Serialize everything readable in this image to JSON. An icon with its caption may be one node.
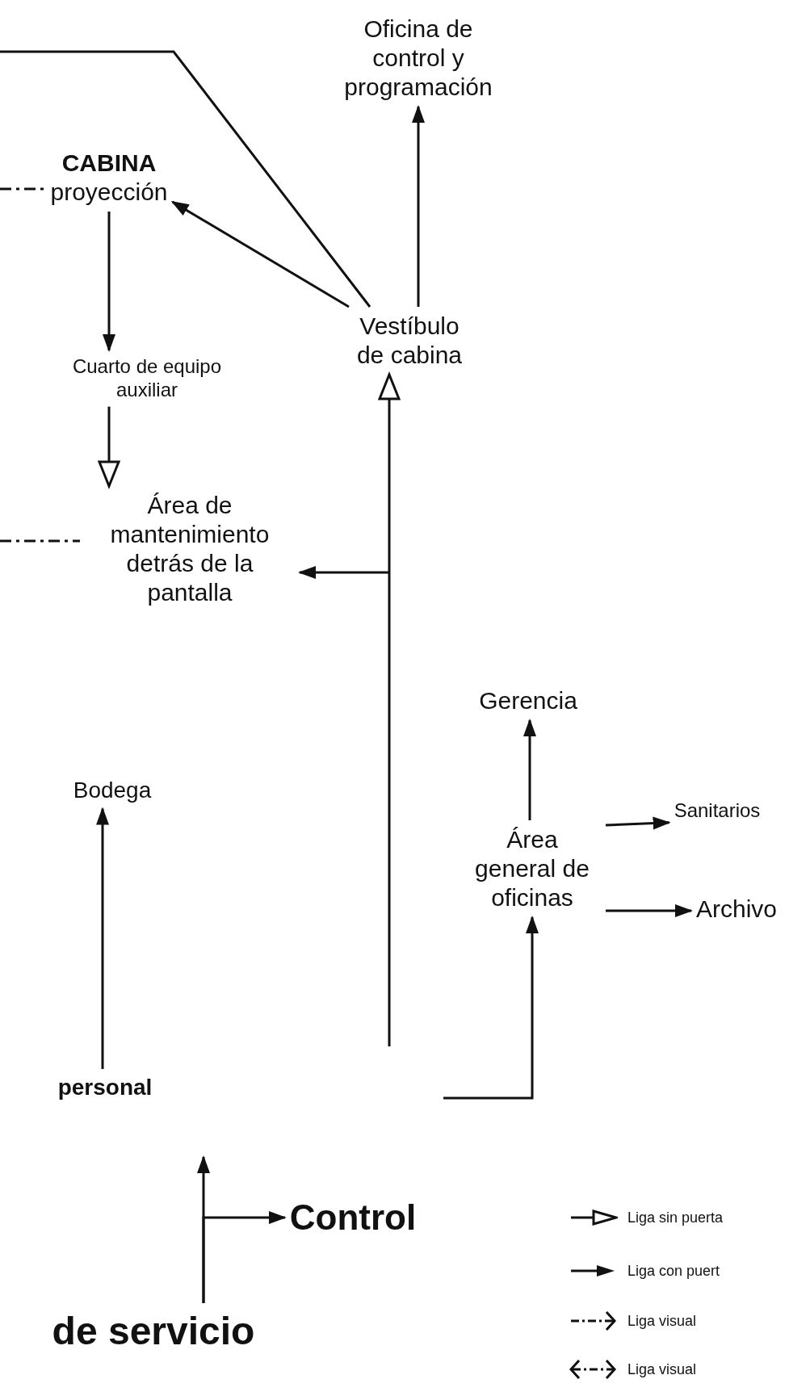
{
  "diagram": {
    "nodes": [
      {
        "text": [
          "Oficina de control y programación"
        ]
      },
      {
        "text": [
          "CABINA",
          "proyección"
        ]
      },
      {
        "text": [
          "Cuarto de equipo auxiliar"
        ]
      },
      {
        "text": [
          "Área de mantenimiento detrás de la pantalla"
        ]
      },
      {
        "text": [
          "Vestíbulo de cabina"
        ]
      },
      {
        "text": [
          "Gerencia"
        ]
      },
      {
        "text": [
          "Sanitarios"
        ]
      },
      {
        "text": [
          "Área general de oficinas"
        ]
      },
      {
        "text": [
          "Archivo"
        ]
      },
      {
        "text": [
          "Bodega"
        ]
      },
      {
        "text": [
          "personal"
        ]
      },
      {
        "text": [
          "Control"
        ]
      },
      {
        "text": [
          "de servicio"
        ]
      }
    ],
    "edges": [
      {
        "from": 4,
        "to": 0,
        "arrow": "to"
      },
      {
        "from": 4,
        "to": 1,
        "arrow": "to"
      },
      {
        "from": 4,
        "to": null,
        "arrow": "none"
      },
      {
        "from": 1,
        "to": 2,
        "arrow": "to"
      },
      {
        "from": 2,
        "to": 3,
        "arrow": "to"
      },
      {
        "from": null,
        "to": 1,
        "arrow": "none",
        "style": "dashed"
      },
      {
        "from": null,
        "to": 3,
        "arrow": "none",
        "style": "dashed"
      },
      {
        "from": null,
        "to": 4,
        "arrow": "to"
      },
      {
        "from": null,
        "to": 3,
        "arrow": "to"
      },
      {
        "from": null,
        "to": 7,
        "arrow": "to"
      },
      {
        "from": 7,
        "to": 5,
        "arrow": "to"
      },
      {
        "from": 7,
        "to": 6,
        "arrow": "to"
      },
      {
        "from": 7,
        "to": 8,
        "arrow": "to"
      },
      {
        "from": 10,
        "to": 9,
        "arrow": "to"
      },
      {
        "from": 12,
        "to": null,
        "arrow": "to"
      },
      {
        "from": 12,
        "to": 11,
        "arrow": "to"
      }
    ],
    "legend": [
      {
        "text": "Liga sin puerta"
      },
      {
        "text": "Liga con puert"
      },
      {
        "text": "Liga visual"
      },
      {
        "text": "Liga visual"
      }
    ]
  }
}
